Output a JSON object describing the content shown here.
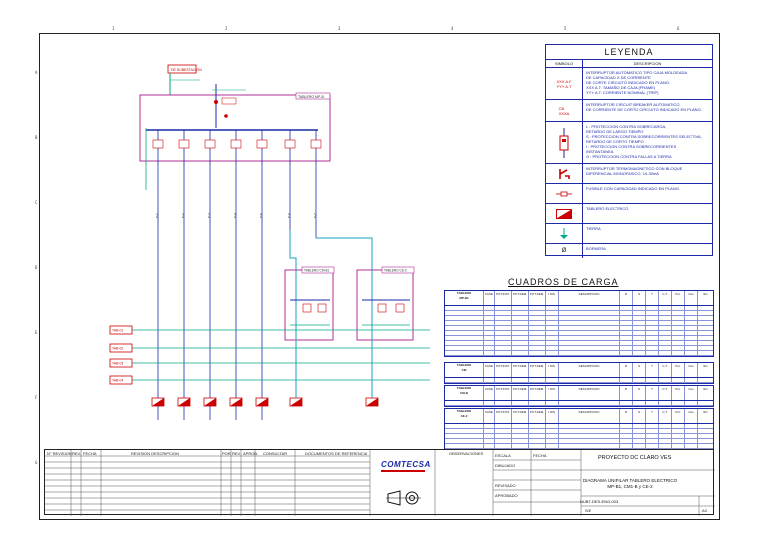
{
  "ruler": {
    "top_numbers": [
      "1",
      "2",
      "3",
      "4",
      "5",
      "6"
    ],
    "side_letters": [
      "A",
      "B",
      "C",
      "D",
      "E",
      "F",
      "G"
    ]
  },
  "legend": {
    "title": "LEYENDA",
    "col_symbol": "SIMBOLO",
    "col_desc": "DESCRIPCION",
    "rows": [
      {
        "symbol": "XXX A.F\nYYY A.T",
        "desc": "INTERRUPTOR AUTOMATICO TIPO CAJA MOLDEADA\nDE CAPACIDAD X DE CORRIENTE\nDE CORTE CIRCUITO INDICADO EN PLANO.\nXXX A.T: TAMAÑO DE CAJA (FRAME)\nYYY A.T: CORRIENTE NOMINAL (TRIP)"
      },
      {
        "symbol": "CB\nXXXA",
        "desc": "INTERRUPTOR CIRCUIT BREAKER AUTOMATICO\nDE CORRIENTE DE CORTO CIRCUITO INDICADO EN PLANO."
      },
      {
        "symbol": "",
        "desc": "L : PROTECCION CONTRA SOBRECARGA,\n    RETARDO DE LARGO TIEMPO\nS : PROTECCION CONTRA SOBRECORRIENTES SELECTIVA,\n    RETARDO DE CORTO TIEMPO\nI : PROTECCION CONTRA SOBRECORRIENTES\n    INSTANTANEA\nG : PROTECCION CONTRA FALLAS A TIERRA"
      },
      {
        "symbol": "",
        "desc": "INTERRUPTOR TERMOMAGNETICO CON BLOQUE\nDIFERENCIAL MONOFASICO, 10-30mA"
      },
      {
        "symbol": "",
        "desc": "FUSIBLE CON CAPACIDAD INDICADO EN PLANO."
      },
      {
        "symbol": "",
        "desc": "TABLERO ELECTRICO"
      },
      {
        "symbol": "",
        "desc": "TIERRA"
      },
      {
        "symbol": "Ø",
        "desc": "BORNERA"
      }
    ]
  },
  "cuadros": {
    "title": "CUADROS DE CARGA",
    "headers": [
      "TABLERO",
      "FASE",
      "POT.INST.",
      "POT.DEM.",
      "POT.DEM.",
      "I DIS.",
      "DESCRIPCION",
      "R",
      "S",
      "T",
      "C.T.",
      "Pot.",
      "Cos",
      "Ilim"
    ],
    "tables": [
      {
        "name": "TABLERO\nMP-B1",
        "rows": 10
      },
      {
        "name": "TABLERO\nCM",
        "rows": 1
      },
      {
        "name": "TABLERO\nCM-B",
        "rows": 1
      },
      {
        "name": "TABLERO\nCE-2",
        "rows": 5
      }
    ]
  },
  "diagram": {
    "main_board": "TABLERO MP-B",
    "source_label": "DE SUBESTACION",
    "sub_board_1": "TABLERO CM-B1",
    "sub_board_2": "TABLERO CE-2",
    "circuits": [
      "C-1",
      "C-2",
      "C-3",
      "C-4",
      "C-5",
      "C-6",
      "C-7"
    ],
    "loads": [
      "TAB-01",
      "TAB-02",
      "TAB-03",
      "TAB-04"
    ]
  },
  "title_block": {
    "revision_headers": [
      "N° REVISION",
      "REV.",
      "FECHA",
      "REVISION DESCRIPCION",
      "POR",
      "REV.",
      "APROB.",
      "CONSULTAR",
      "DOCUMENTOS DE REFERENCIA"
    ],
    "company": "COMTECSA",
    "notes_title": "OBSERVACIONES",
    "project": "PROYECTO DC CLARO VES",
    "sheet_title": "DIAGRAMA UNIFILAR TABLERO ELECTRICO\nMP-B1, CM1-B y CE-2",
    "doc_number": "NUBT-DES-ENG-003",
    "scale_label": "S/E",
    "sheet_label": "A3",
    "escala": "ESCALA",
    "fecha": "FECHA",
    "dibujado": "DIBUJADO",
    "revisado": "REVISADO",
    "aprobado": "APROBADO"
  }
}
